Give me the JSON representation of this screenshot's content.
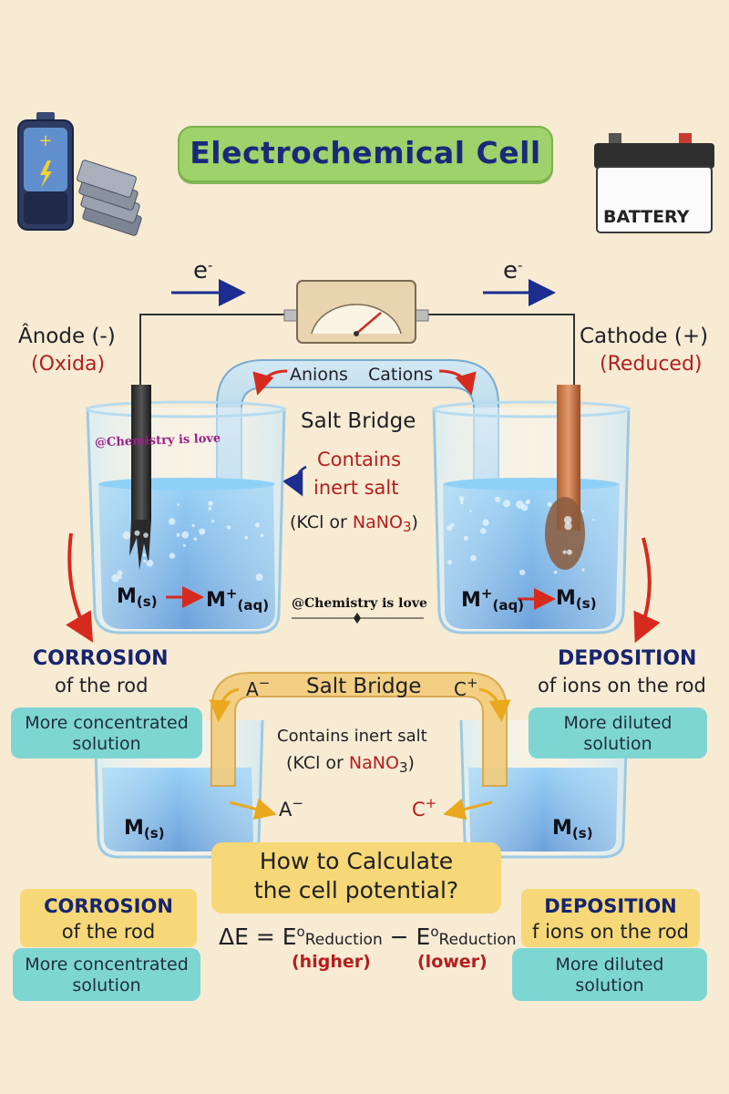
{
  "title": "Electrochemical Cell",
  "battery_label": "BATTERY",
  "electron_left": "e",
  "electron_right": "e",
  "electron_sup": "-",
  "anode": {
    "label": "Ânode (-)",
    "note": "(Oxida)"
  },
  "cathode": {
    "label": "Cathode (+)",
    "note": "(Reduced)"
  },
  "salt_bridge_top": {
    "anions": "Anions",
    "cations": "Cations",
    "label": "Salt Bridge",
    "contains": "Contains",
    "inert_salt": "inert salt",
    "formula_a": "(KCl or ",
    "formula_b": "NaNO",
    "formula_sub": "3",
    "formula_c": ")"
  },
  "half_reactions": {
    "left_m": "M",
    "left_m_sub": "(s)",
    "left_ion": "M",
    "left_ion_sup": "+",
    "left_ion_sub": "(aq)",
    "right_ion": "M",
    "right_ion_sup": "+",
    "right_ion_sub": "(aq)",
    "right_m": "M",
    "right_m_sub": "(s)"
  },
  "watermark": "@Chemistry is love",
  "left_section": {
    "heading": "CORROSION",
    "subheading": "of the rod",
    "box_line1": "More concentrated",
    "box_line2": "solution"
  },
  "right_section": {
    "heading": "DEPOSITION",
    "subheading": "of ions on the rod",
    "box_line1": "More diluted",
    "box_line2": "solution"
  },
  "salt_bridge_bottom": {
    "anion": "A",
    "anion_sup": "−",
    "label": "Salt Bridge",
    "cation": "C",
    "cation_sup": "+",
    "contains": "Contains inert salt",
    "formula_a": "(KCl or ",
    "formula_b": "NaNO",
    "formula_sub": "3",
    "formula_c": ")",
    "flow_anion": "A",
    "flow_cation": "C",
    "m_left": "M",
    "m_left_sub": "(s)",
    "m_right": "M",
    "m_right_sub": "(s)"
  },
  "calc": {
    "question_line1": "How to Calculate",
    "question_line2": "the cell potential?",
    "eq_delta": "ΔE = E",
    "eq_deg": "o",
    "eq_sub1": "Reduction",
    "eq_minus": " − E",
    "eq_sub2": "Reduction",
    "higher": "(higher)",
    "lower": "(lower)"
  },
  "bottom_left": {
    "heading": "CORROSION",
    "subheading": "of the rod",
    "box_line1": "More concentrated",
    "box_line2": "solution"
  },
  "bottom_right": {
    "heading": "DEPOSITION",
    "subheading": "f ions on the rod",
    "box_line1": "More diluted",
    "box_line2": "solution"
  },
  "colors": {
    "background": "#f7ebd3",
    "title_green": "#9ed26a",
    "navy": "#17256e",
    "red": "#b51e1e",
    "water": "#2f8fdc",
    "teal_box": "#7ed6d3",
    "gold_box": "#f6d878"
  }
}
